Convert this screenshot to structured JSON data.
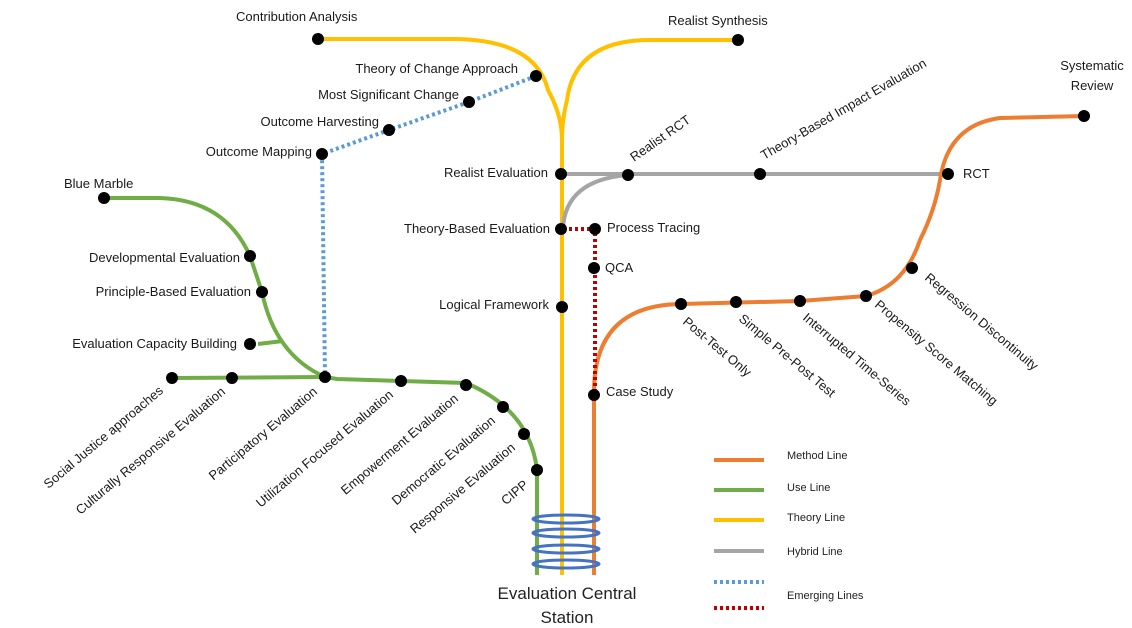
{
  "central_station": {
    "line1": "Evaluation Central",
    "line2": "Station"
  },
  "stations": {
    "contribution_analysis": "Contribution Analysis",
    "realist_synthesis": "Realist Synthesis",
    "theory_of_change": "Theory of Change Approach",
    "most_significant_change": "Most Significant Change",
    "outcome_harvesting": "Outcome Harvesting",
    "outcome_mapping": "Outcome Mapping",
    "realist_evaluation": "Realist Evaluation",
    "realist_rct": "Realist RCT",
    "theory_based_impact": "Theory-Based Impact Evaluation",
    "rct": "RCT",
    "systematic_review_1": "Systematic",
    "systematic_review_2": "Review",
    "theory_based_eval": "Theory-Based Evaluation",
    "process_tracing": "Process Tracing",
    "qca": "QCA",
    "logical_framework": "Logical Framework",
    "case_study": "Case Study",
    "blue_marble": "Blue Marble",
    "developmental": "Developmental Evaluation",
    "principle_based": "Principle-Based Evaluation",
    "ecb": "Evaluation Capacity Building",
    "social_justice": "Social Justice approaches",
    "culturally_responsive": "Culturally Responsive Evaluation",
    "participatory": "Participatory Evaluation",
    "utilization_focused": "Utilization Focused Evaluation",
    "empowerment": "Empowerment Evaluation",
    "democratic": "Democratic Evaluation",
    "responsive": "Responsive Evaluation",
    "cipp": "CIPP",
    "post_test": "Post-Test Only",
    "simple_pre_post": "Simple Pre-Post Test",
    "interrupted_ts": "Interrupted Time-Series",
    "propensity": "Propensity Score Matching",
    "regression_disc": "Regression Discontinuity"
  },
  "legend": [
    {
      "label": "Method Line",
      "color": "#ED7D31",
      "style": "solid"
    },
    {
      "label": "Use Line",
      "color": "#70AD47",
      "style": "solid"
    },
    {
      "label": "Theory Line",
      "color": "#FFC000",
      "style": "solid"
    },
    {
      "label": "Hybrid Line",
      "color": "#A5A5A5",
      "style": "solid"
    },
    {
      "label": "",
      "color": "#5B9BD5",
      "style": "dotted"
    },
    {
      "label": "Emerging Lines",
      "color": "#C00000",
      "style": "dotted"
    }
  ],
  "colors": {
    "method": "#ED7D31",
    "use": "#70AD47",
    "theory": "#FFC000",
    "hybrid": "#A5A5A5",
    "emerging_blue": "#5B9BD5",
    "emerging_red": "#C00000",
    "station_rings": "#4472C4"
  }
}
